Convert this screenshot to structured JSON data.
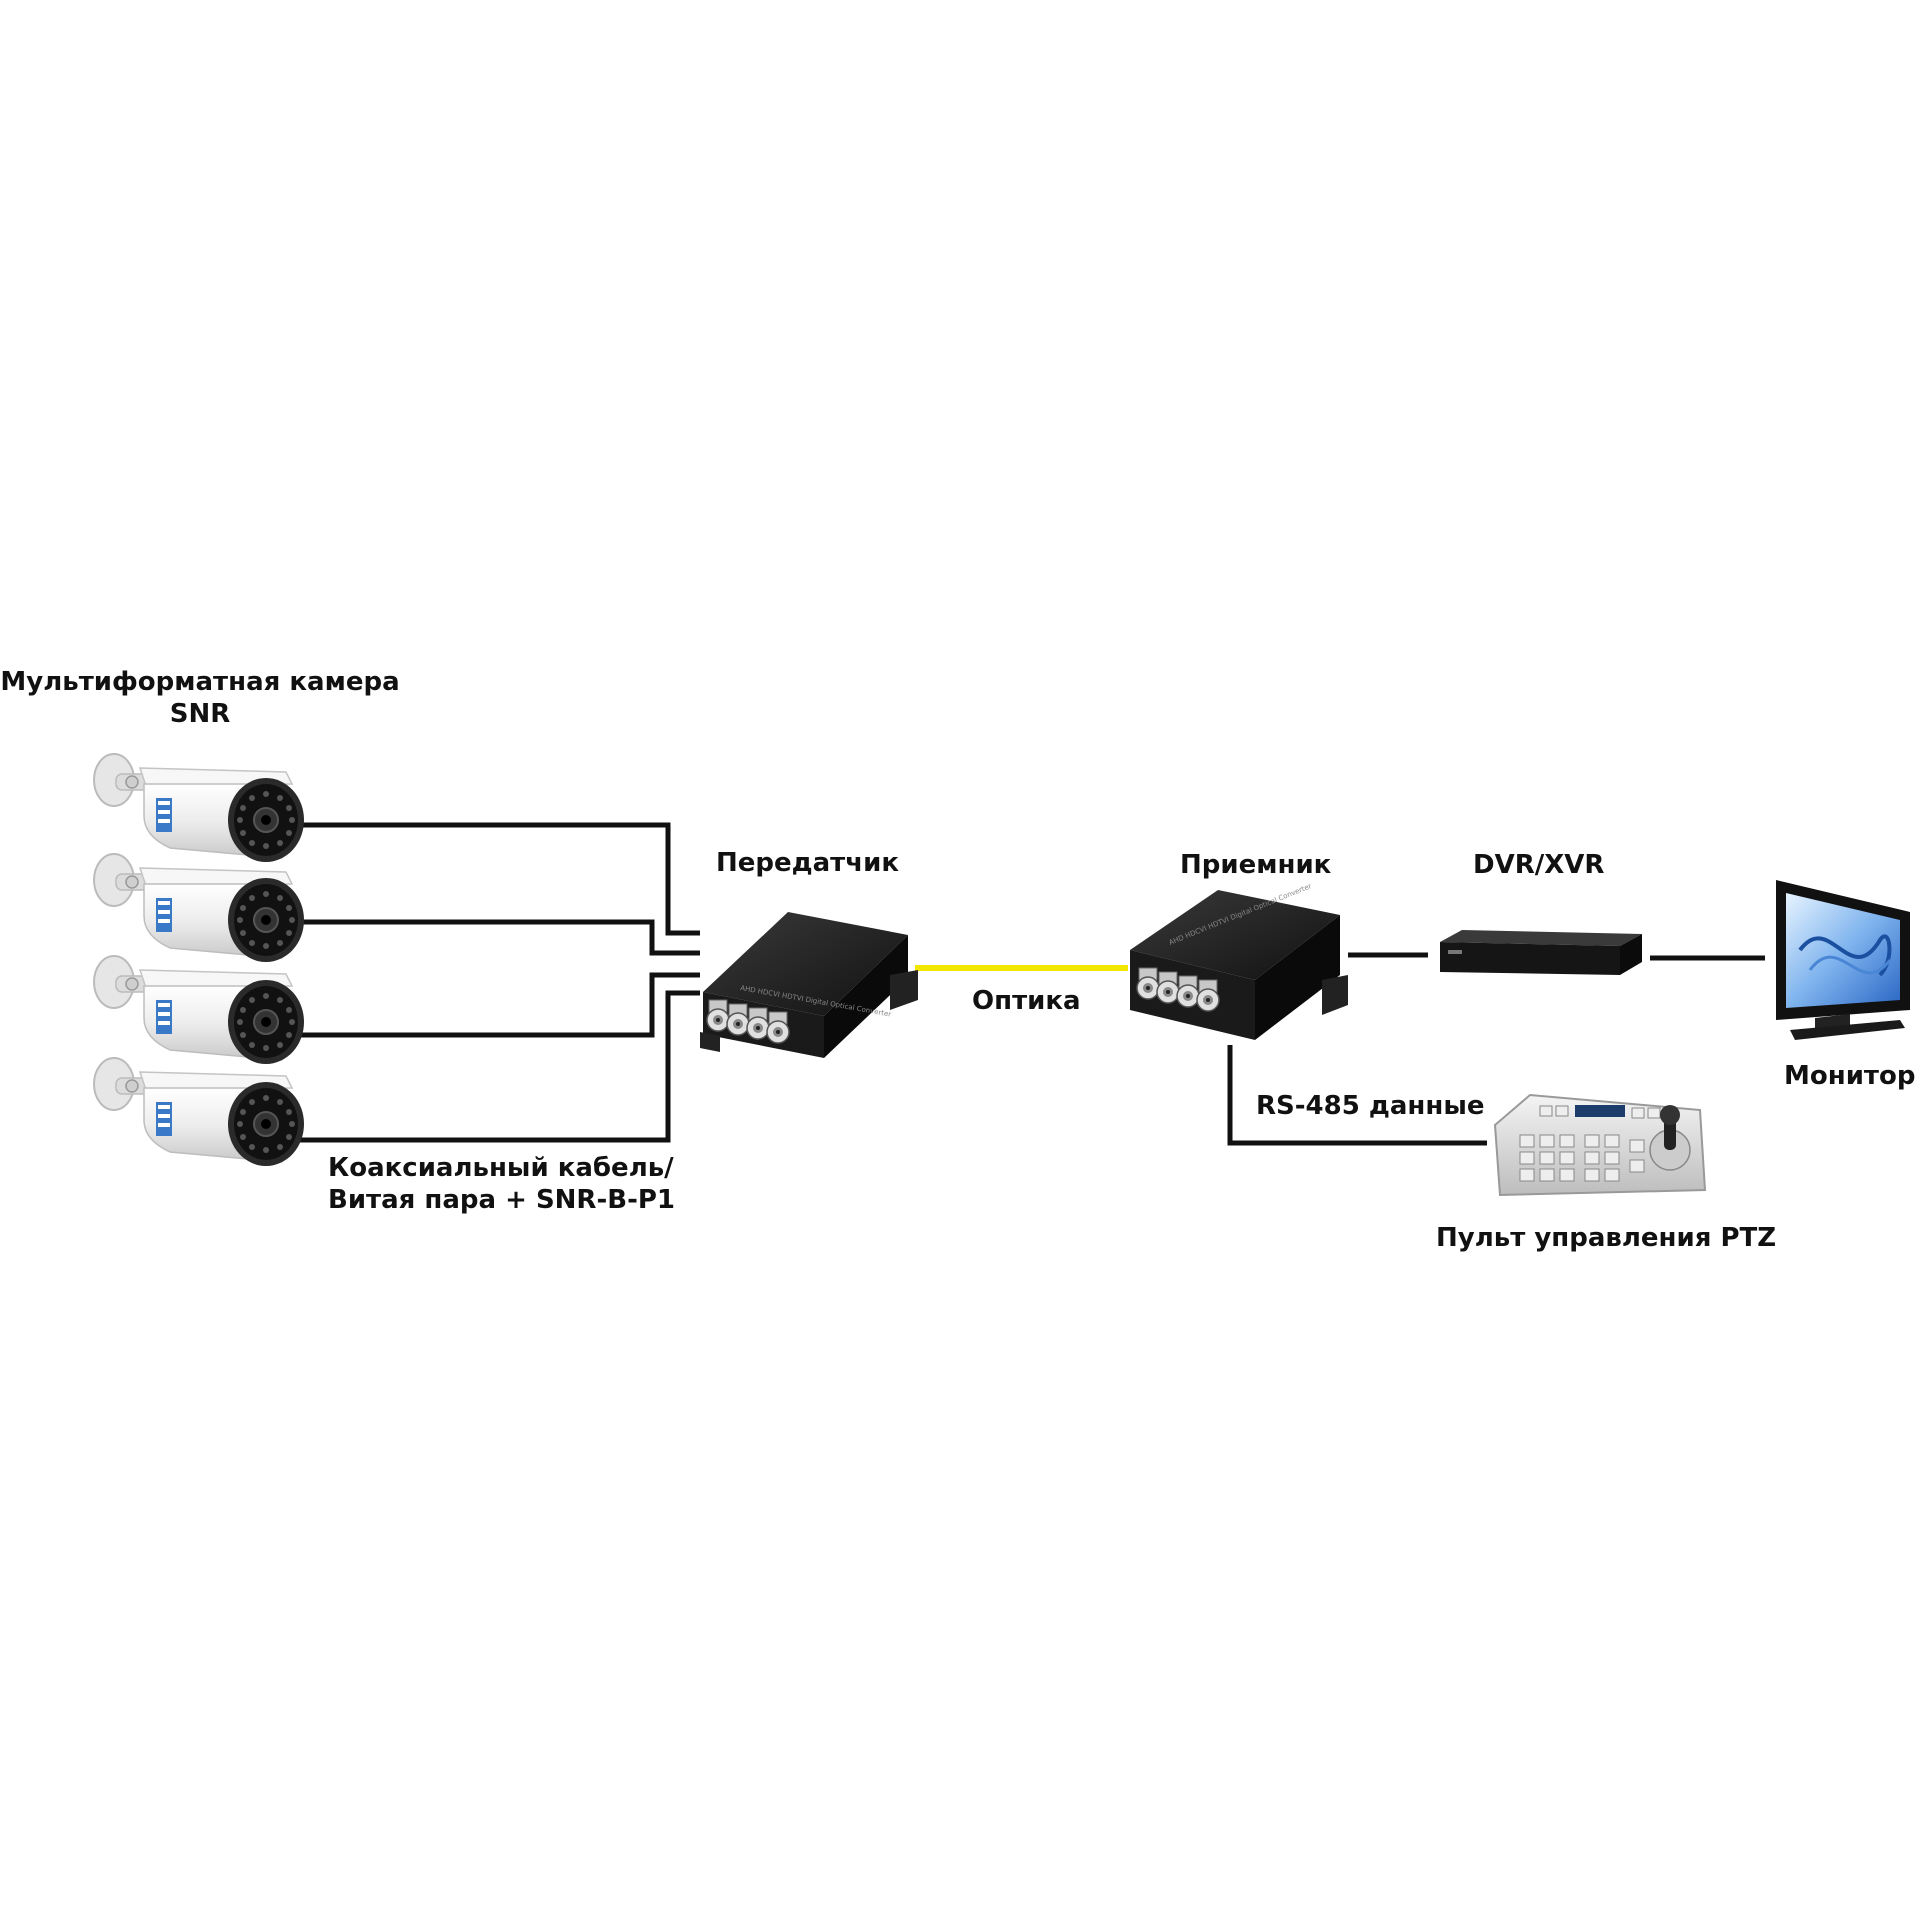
{
  "labels": {
    "camera_line1": "Мультиформатная камера",
    "camera_line2": "SNR",
    "transmitter": "Передатчик",
    "receiver": "Приемник",
    "dvr": "DVR/XVR",
    "optics": "Оптика",
    "monitor": "Монитор",
    "rs485": "RS-485 данные",
    "cable_line1": "Коаксиальный кабель/",
    "cable_line2": "Витая пара + SNR-B-P1",
    "ptz": "Пульт управления PTZ"
  },
  "colors": {
    "wire": "#111111",
    "fiber": "#f2e600",
    "device": "#1c1c1c",
    "camera_body": "#f2f2f2"
  },
  "icons": {
    "camera": "bullet-camera-icon",
    "converter": "optical-converter-icon",
    "dvr": "dvr-recorder-icon",
    "monitor": "lcd-monitor-icon",
    "keyboard": "ptz-keyboard-icon"
  }
}
